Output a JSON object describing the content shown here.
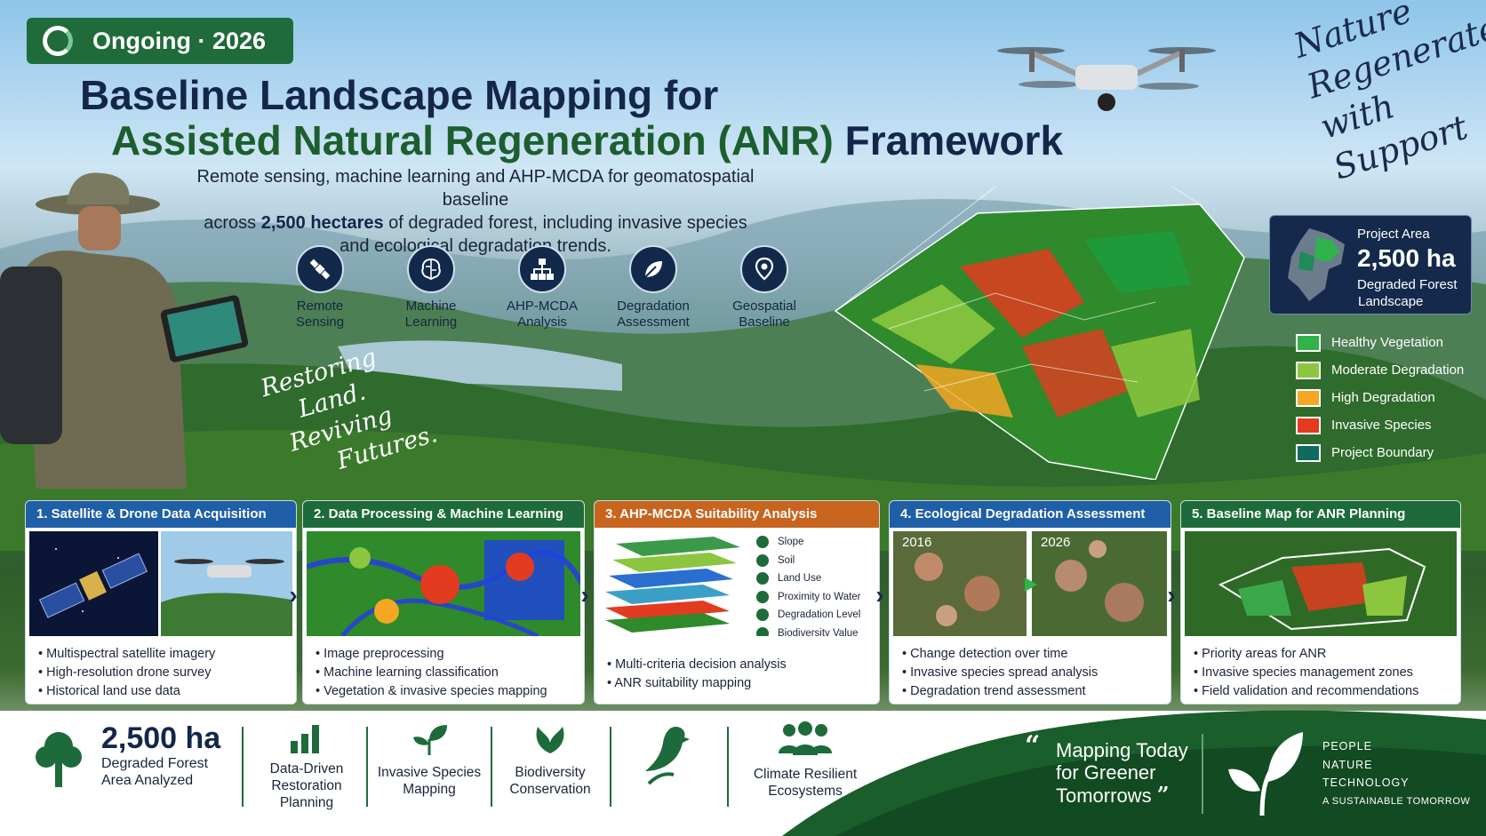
{
  "badge": {
    "label": "Ongoing · 2026"
  },
  "title": {
    "line1": "Baseline Landscape Mapping for",
    "line2_green": "Assisted Natural Regeneration (ANR)",
    "line2_navy": "Framework"
  },
  "subtitle": {
    "l1": "Remote sensing, machine learning and AHP-MCDA for geomatospatial baseline",
    "l2_pre": "across ",
    "l2_bold": "2,500 hectares",
    "l2_post": " of degraded forest, including invasive species",
    "l3": "and ecological degradation trends."
  },
  "methods": [
    {
      "label1": "Remote",
      "label2": "Sensing",
      "icon": "satellite-icon"
    },
    {
      "label1": "Machine",
      "label2": "Learning",
      "icon": "brain-icon"
    },
    {
      "label1": "AHP-MCDA",
      "label2": "Analysis",
      "icon": "hierarchy-icon"
    },
    {
      "label1": "Degradation",
      "label2": "Assessment",
      "icon": "leaf-icon"
    },
    {
      "label1": "Geospatial",
      "label2": "Baseline",
      "icon": "map-pin-icon"
    }
  ],
  "script_quotes": {
    "top_right": [
      "Nature",
      "Regenerates",
      "with Support"
    ],
    "left": [
      "Restoring",
      "Land.",
      "Reviving",
      "Futures."
    ]
  },
  "project": {
    "title": "Project Area",
    "value": "2,500 ha",
    "desc1": "Degraded Forest",
    "desc2": "Landscape"
  },
  "legend": [
    {
      "label": "Healthy Vegetation",
      "color": "#2fb34a"
    },
    {
      "label": "Moderate Degradation",
      "color": "#8cc63f"
    },
    {
      "label": "High Degradation",
      "color": "#f5a623"
    },
    {
      "label": "Invasive Species",
      "color": "#e23b1f"
    },
    {
      "label": "Project Boundary",
      "color": "#0f6b5e"
    }
  ],
  "cards": [
    {
      "title": "1.  Satellite & Drone Data Acquisition",
      "color": "#1f5fa8",
      "bullets": [
        "Multispectral satellite imagery",
        "High-resolution drone survey",
        "Historical land use data"
      ]
    },
    {
      "title": "2.  Data Processing & Machine Learning",
      "color": "#1d6b3a",
      "bullets": [
        "Image preprocessing",
        "Machine learning classification",
        "Vegetation & invasive species mapping"
      ]
    },
    {
      "title": "3.  AHP-MCDA Suitability Analysis",
      "color": "#c8641e",
      "criteria": [
        "Slope",
        "Soil",
        "Land Use",
        "Proximity to Water",
        "Degradation Level",
        "Biodiversity Value"
      ],
      "bullets": [
        "Multi-criteria decision analysis",
        "ANR suitability mapping"
      ]
    },
    {
      "title": "4.  Ecological Degradation Assessment",
      "color": "#1f5fa8",
      "year_a": "2016",
      "year_b": "2026",
      "bullets": [
        "Change detection over time",
        "Invasive species spread analysis",
        "Degradation trend assessment"
      ]
    },
    {
      "title": "5.  Baseline Map for ANR Planning",
      "color": "#1d6b3a",
      "bullets": [
        "Priority areas for ANR",
        "Invasive species management zones",
        "Field validation and recommendations"
      ]
    }
  ],
  "bottom": {
    "stat_value": "2,500 ha",
    "stat_l1": "Degraded Forest",
    "stat_l2": "Area Analyzed",
    "items": [
      {
        "l1": "Data-Driven",
        "l2": "Restoration",
        "l3": "Planning",
        "icon": "bar-chart-icon"
      },
      {
        "l1": "Invasive Species",
        "l2": "Mapping",
        "icon": "sprout-icon"
      },
      {
        "l1": "Biodiversity",
        "l2": "Conservation",
        "icon": "leaf-icon"
      },
      {
        "l1": "Climate Resilient",
        "l2": "Ecosystems",
        "icon": "people-icon"
      }
    ],
    "quote_l1": "Mapping Today",
    "quote_l2": "for Greener",
    "quote_l3": "Tomorrows",
    "tagline": [
      "PEOPLE",
      "NATURE",
      "TECHNOLOGY",
      "A SUSTAINABLE TOMORROW"
    ]
  }
}
